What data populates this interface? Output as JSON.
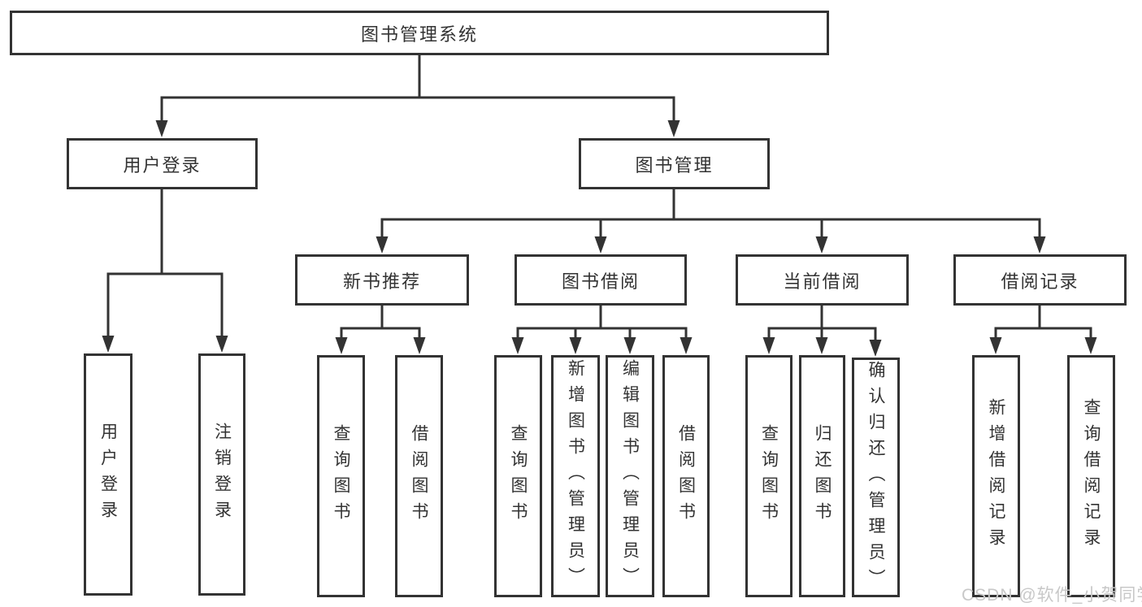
{
  "tree": {
    "label": "图书管理系统",
    "children": [
      {
        "label": "用户登录",
        "children": [
          {
            "label": "用户登录"
          },
          {
            "label": "注销登录"
          }
        ]
      },
      {
        "label": "图书管理",
        "children": [
          {
            "label": "新书推荐",
            "children": [
              {
                "label": "查询图书"
              },
              {
                "label": "借阅图书"
              }
            ]
          },
          {
            "label": "图书借阅",
            "children": [
              {
                "label": "查询图书"
              },
              {
                "label": "新增图书（管理员）"
              },
              {
                "label": "编辑图书（管理员）"
              },
              {
                "label": "借阅图书"
              }
            ]
          },
          {
            "label": "当前借阅",
            "children": [
              {
                "label": "查询图书"
              },
              {
                "label": "归还图书"
              },
              {
                "label": "确认归还（管理员）"
              }
            ]
          },
          {
            "label": "借阅记录",
            "children": [
              {
                "label": "新增借阅记录"
              },
              {
                "label": "查询借阅记录"
              }
            ]
          }
        ]
      }
    ]
  },
  "watermark": "CSDN @软件_小贺同学",
  "colors": {
    "line": "#333333",
    "text": "#333333",
    "watermark": "#c8c8c8",
    "background": "#ffffff"
  }
}
